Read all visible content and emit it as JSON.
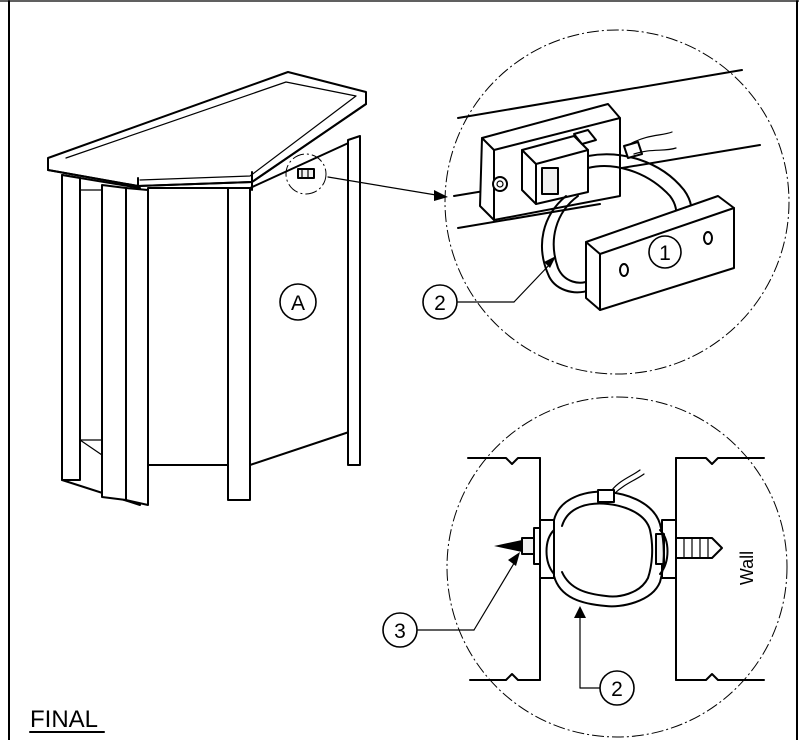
{
  "section_title": "FINAL",
  "labels": {
    "cabinet": "A",
    "bracket": "1",
    "strap": "2",
    "screw": "3",
    "strap_bottom": "2",
    "wall": "Wall"
  },
  "colors": {
    "line": "#000000",
    "background": "#ffffff"
  }
}
